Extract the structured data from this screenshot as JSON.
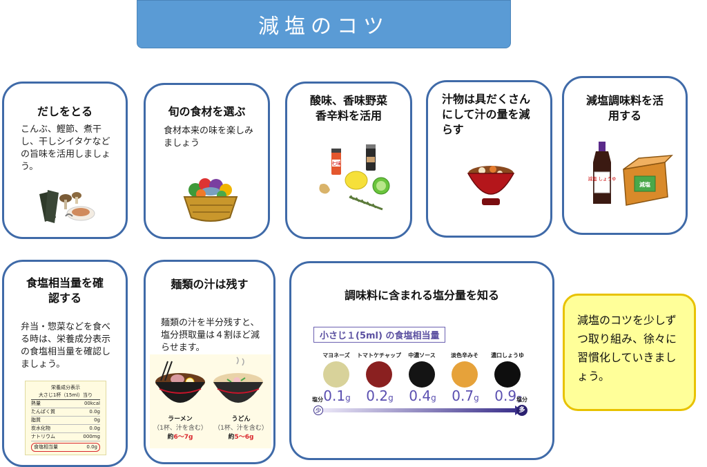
{
  "banner": {
    "title": "減塩のコツ"
  },
  "cards": [
    {
      "title": "だしをとる",
      "body": "こんぶ、鰹節、煮干し、干しシイタケなどの旨味を活用しましょう。"
    },
    {
      "title": "旬の食材を選ぶ",
      "body": "食材本来の味を楽しみましょう"
    },
    {
      "title": "酸味、香味野菜香辛料を活用"
    },
    {
      "title": "汁物は具だくさんにして汁の量を減らす"
    },
    {
      "title": "減塩調味料を活用する"
    },
    {
      "title": "食塩相当量を確認する",
      "body": "弁当・惣菜などを食べる時は、栄養成分表示の食塩相当量を確認しましょう。"
    },
    {
      "title": "麺類の汁は残す",
      "body": "麺類の汁を半分残すと、塩分摂取量は４割ほど減らせます。"
    },
    {
      "title": "調味料に含まれる塩分量を知る"
    }
  ],
  "spice_labels": {
    "shichimi": "七味"
  },
  "gen_en_labels": {
    "bottle": "減塩 しょうゆ",
    "box": "減塩"
  },
  "nutrition": {
    "heading": "栄養成分表示",
    "subheading": "大さじ1杯（15ml）当り",
    "rows": [
      {
        "label": "熱量",
        "value": "00kcal"
      },
      {
        "label": "たんぱく質",
        "value": "0.0g"
      },
      {
        "label": "脂質",
        "value": "0g"
      },
      {
        "label": "炭水化物",
        "value": "0.0g"
      },
      {
        "label": "ナトリウム",
        "value": "000mg"
      }
    ],
    "highlight": {
      "label": "食塩相当量",
      "value": "0.0g"
    }
  },
  "noodles": [
    {
      "name": "ラーメン",
      "note": "（1杯、汁を含む）",
      "prefix": "約",
      "amount": "6～7g"
    },
    {
      "name": "うどん",
      "note": "（1杯、汁を含む）",
      "prefix": "約",
      "amount": "5～6g"
    }
  ],
  "seasoning_chart": {
    "label": "小さじ１(5ml) の食塩相当量",
    "axis_low_label": "塩分",
    "axis_low_marker": "少",
    "axis_high_label": "塩分",
    "axis_high_marker": "多",
    "items": [
      {
        "name": "マヨネーズ",
        "value": "0.1",
        "unit": "g",
        "color": "#d8d29a"
      },
      {
        "name": "トマトケチャップ",
        "value": "0.2",
        "unit": "g",
        "color": "#8a2020"
      },
      {
        "name": "中濃ソース",
        "value": "0.4",
        "unit": "g",
        "color": "#141414"
      },
      {
        "name": "淡色辛みそ",
        "value": "0.7",
        "unit": "g",
        "color": "#e6a23a"
      },
      {
        "name": "濃口しょうゆ",
        "value": "0.9",
        "unit": "g",
        "color": "#0e0e0e"
      }
    ]
  },
  "closing_message": "減塩のコツを少しずつ取り組み、徐々に習慣化していきましょう。",
  "colors": {
    "banner": "#5a9bd5",
    "card_border": "#3f6aa8",
    "tip_box": "#ffff99",
    "tip_border": "#e8c200",
    "highlight_red": "#d9262c",
    "chart_purple": "#6a5fb0"
  }
}
